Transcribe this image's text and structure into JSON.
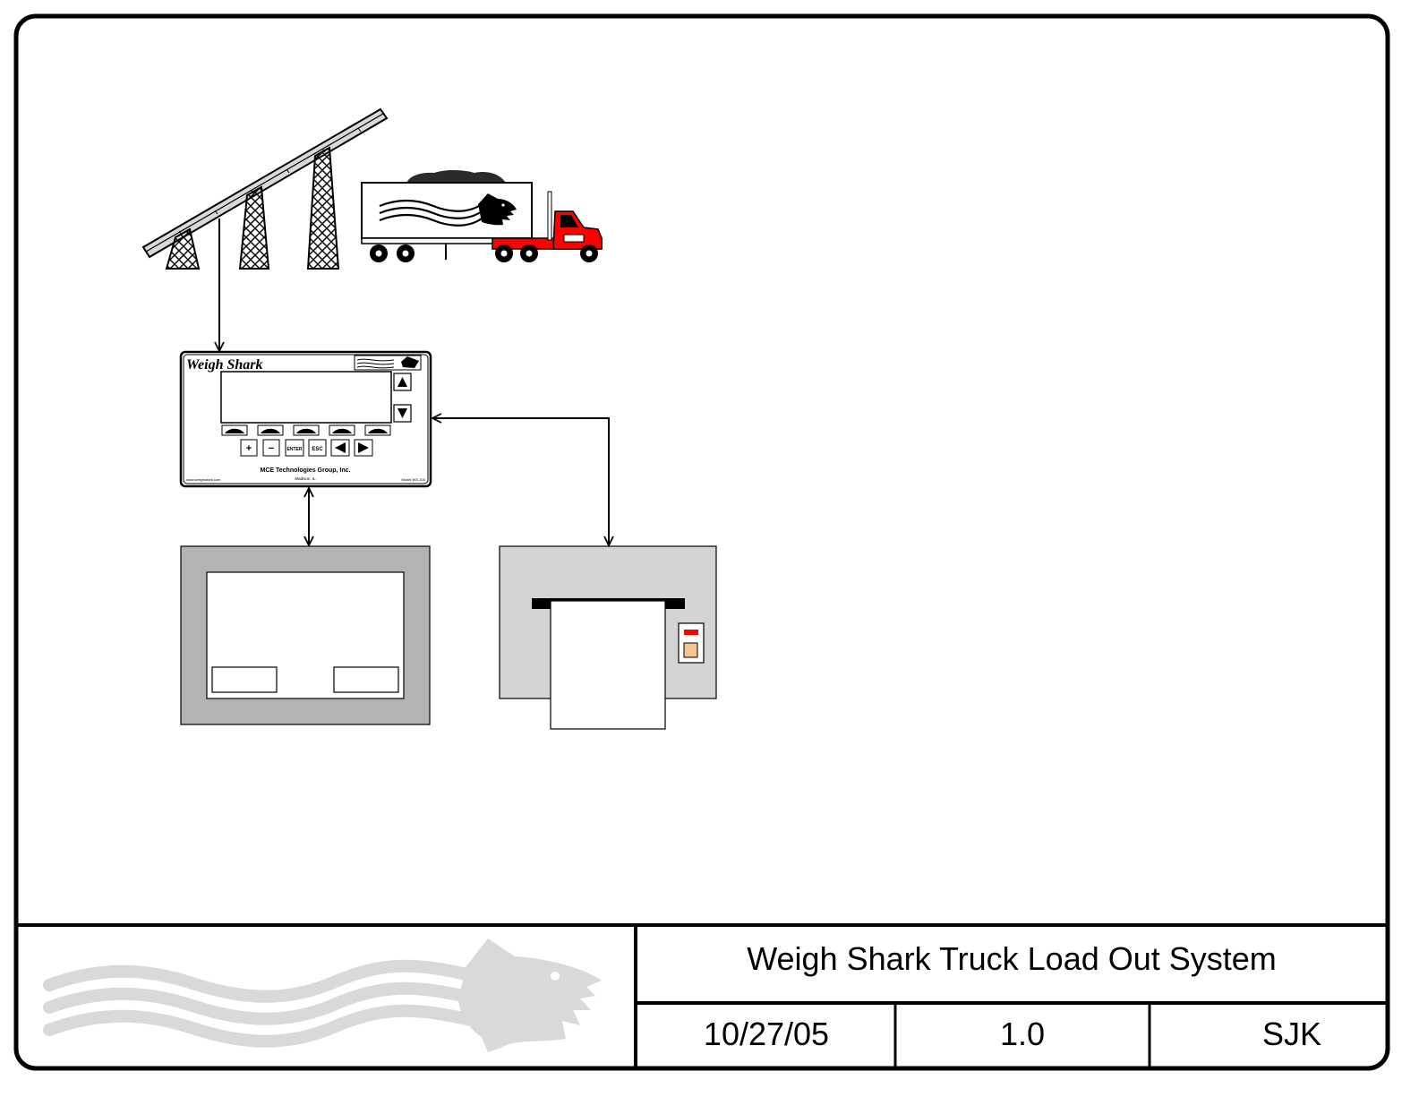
{
  "title_block": {
    "title": "Weigh Shark Truck Load Out System",
    "date": "10/27/05",
    "revision": "1.0",
    "author": "SJK"
  },
  "controller": {
    "brand": "Weigh Shark",
    "company": "MCE Technologies Group, Inc.",
    "location": "Madison, IL",
    "website": "www.weighshark.com",
    "model": "Model WS-100",
    "keys": [
      "+",
      "−",
      "ENTER",
      "ESC"
    ]
  },
  "colors": {
    "frame": "#000000",
    "hmi_bezel": "#b3b3b3",
    "printer_body": "#d4d4d4",
    "truck_cab": "#ff0000",
    "printer_led": "#ff0000",
    "printer_button": "#f5c58f",
    "watermark": "#d9d9d9"
  }
}
